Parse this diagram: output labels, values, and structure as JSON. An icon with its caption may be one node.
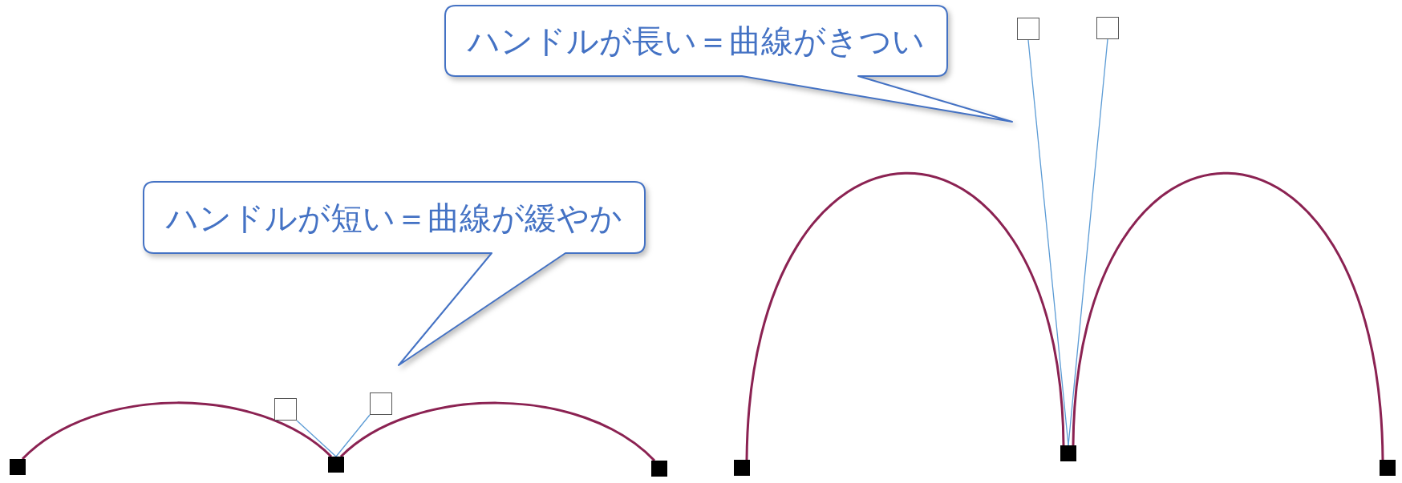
{
  "diagram": {
    "nodes": [
      {
        "text": [
          "ハンドルが長い＝曲線がきつい"
        ]
      },
      {
        "text": [
          "ハンドルが短い＝曲線が緩やか"
        ]
      },
      {
        "text": [],
        "shape": "box"
      },
      {
        "text": [],
        "shape": "box"
      },
      {
        "text": [],
        "shape": "box"
      },
      {
        "text": [],
        "shape": "box"
      },
      {
        "text": [],
        "shape": "box"
      },
      {
        "text": [],
        "shape": "box"
      },
      {
        "text": [],
        "shape": "box"
      },
      {
        "text": [],
        "shape": "box"
      },
      {
        "text": [],
        "shape": "box"
      },
      {
        "text": [],
        "shape": "box"
      }
    ],
    "edges": [
      {
        "from": 2,
        "to": 4,
        "arrow": "none",
        "color": "#8b2252"
      },
      {
        "from": 4,
        "to": 6,
        "arrow": "none",
        "color": "#8b2252"
      },
      {
        "from": 4,
        "to": 3,
        "arrow": "none",
        "color": "#5b9bd5"
      },
      {
        "from": 4,
        "to": 5,
        "arrow": "none",
        "color": "#5b9bd5"
      },
      {
        "from": 7,
        "to": 9,
        "arrow": "none",
        "color": "#8b2252"
      },
      {
        "from": 9,
        "to": 11,
        "arrow": "none",
        "color": "#8b2252"
      },
      {
        "from": 9,
        "to": 8,
        "arrow": "none",
        "color": "#5b9bd5"
      },
      {
        "from": 9,
        "to": 10,
        "arrow": "none",
        "color": "#5b9bd5"
      }
    ]
  }
}
